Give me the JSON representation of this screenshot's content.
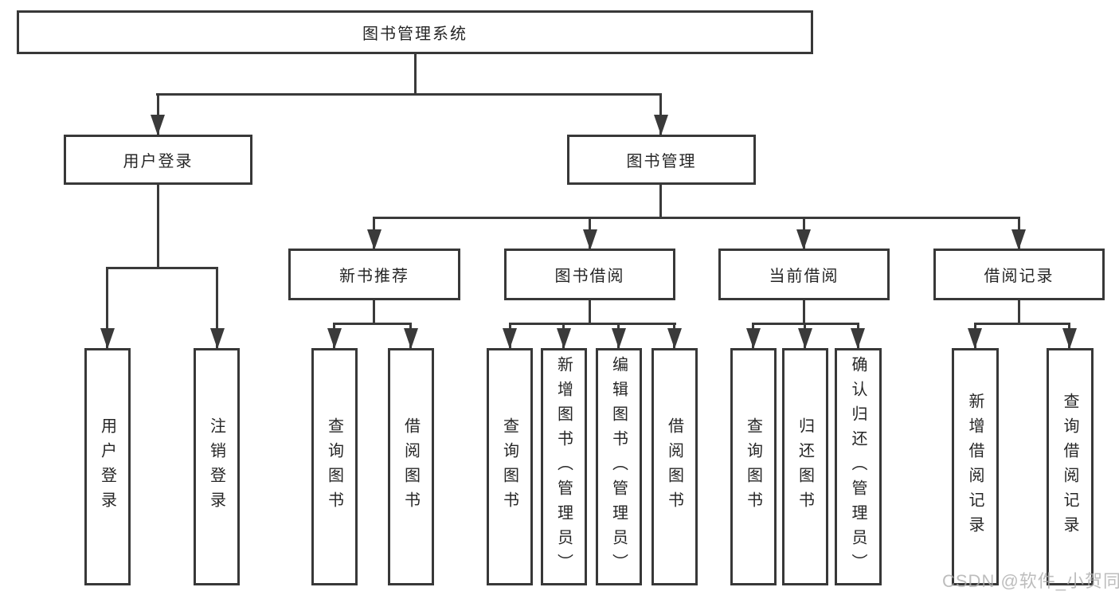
{
  "tree": {
    "root": {
      "label": "图书管理系统"
    },
    "branches": [
      {
        "label": "用户登录",
        "children": [
          {
            "label": "用户登录"
          },
          {
            "label": "注销登录"
          }
        ]
      },
      {
        "label": "图书管理",
        "children": [
          {
            "label": "新书推荐",
            "children": [
              {
                "label": "查询图书"
              },
              {
                "label": "借阅图书"
              }
            ]
          },
          {
            "label": "图书借阅",
            "children": [
              {
                "label": "查询图书"
              },
              {
                "label": "新增图书（管理员）"
              },
              {
                "label": "编辑图书（管理员）"
              },
              {
                "label": "借阅图书"
              }
            ]
          },
          {
            "label": "当前借阅",
            "children": [
              {
                "label": "查询图书"
              },
              {
                "label": "归还图书"
              },
              {
                "label": "确认归还（管理员）"
              }
            ]
          },
          {
            "label": "借阅记录",
            "children": [
              {
                "label": "新增借阅记录"
              },
              {
                "label": "查询借阅记录"
              }
            ]
          }
        ]
      }
    ]
  },
  "watermark": {
    "text": "CSDN @软件_小贺同学"
  },
  "colors": {
    "line": "#3a3a3a",
    "box_border": "#383838",
    "text": "#262626",
    "watermark": "#adadad",
    "background": "#ffffff"
  }
}
